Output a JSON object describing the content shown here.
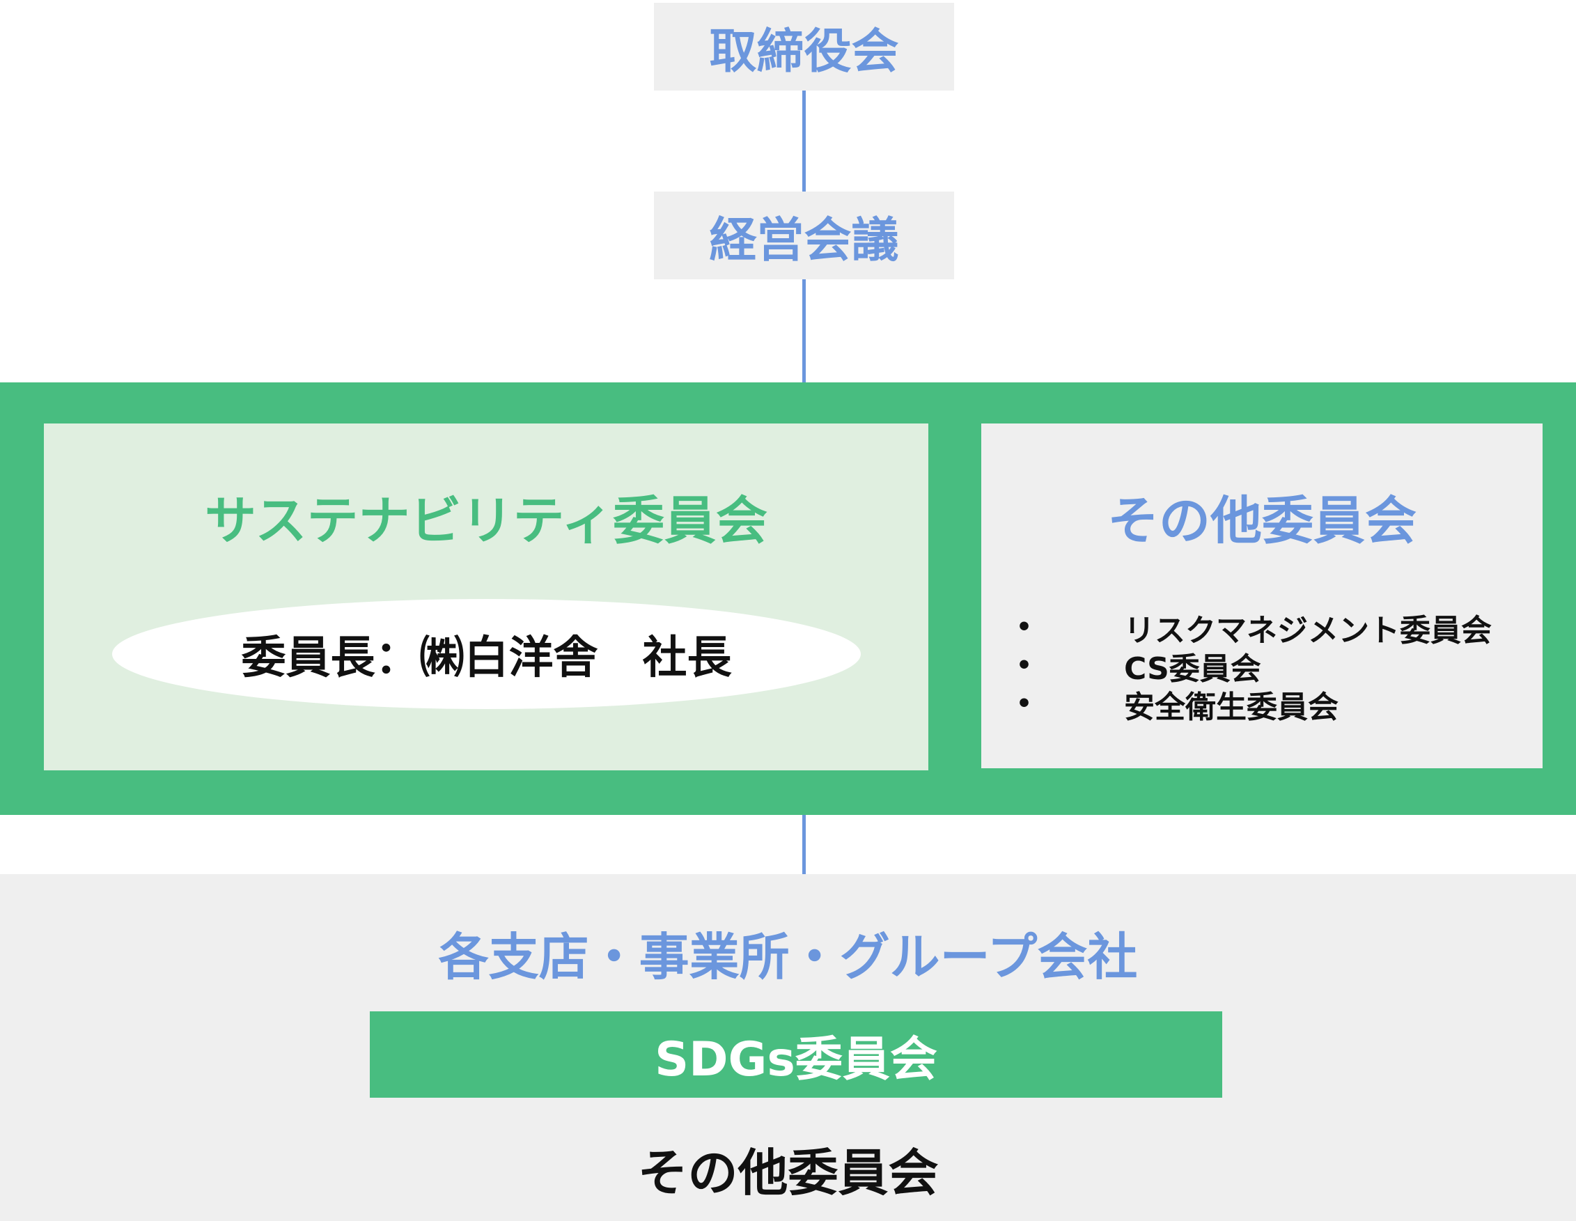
{
  "colors": {
    "accent_blue": "#6b96dd",
    "accent_green": "#48bd80",
    "panel_gray": "#efefef",
    "panel_light_green": "#e0efe0"
  },
  "nodes": {
    "board": "取締役会",
    "management": "経営会議",
    "sustainability": {
      "title": "サステナビリティ委員会",
      "chair": "委員長：㈱白洋舎　社長"
    },
    "other_committees": {
      "title": "その他委員会",
      "bullet": "•",
      "items": [
        "リスクマネジメント委員会",
        "CS委員会",
        "安全衛生委員会"
      ]
    },
    "branches": {
      "title": "各支店・事業所・グループ会社",
      "sdgs": "SDGs委員会",
      "other": "その他委員会"
    }
  }
}
